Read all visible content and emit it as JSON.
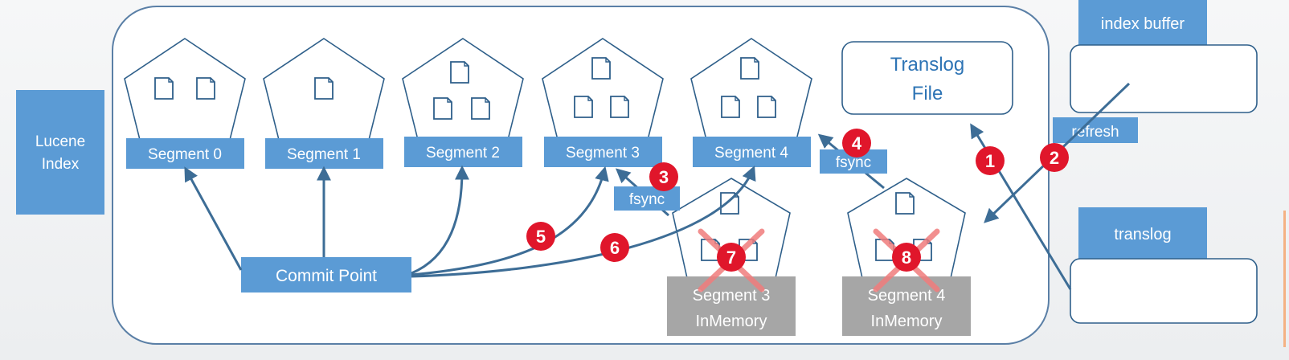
{
  "lucene_index": {
    "line1": "Lucene",
    "line2": "Index"
  },
  "segments": [
    {
      "label": "Segment 0"
    },
    {
      "label": "Segment 1"
    },
    {
      "label": "Segment 2"
    },
    {
      "label": "Segment 3"
    },
    {
      "label": "Segment 4"
    }
  ],
  "inmemory": [
    {
      "line1": "Segment 3",
      "line2": "InMemory"
    },
    {
      "line1": "Segment 4",
      "line2": "InMemory"
    }
  ],
  "commit_point": "Commit Point",
  "translog_file": {
    "line1": "Translog",
    "line2": "File"
  },
  "fsync_label": "fsync",
  "refresh_label": "refresh",
  "index_buffer": "index buffer",
  "translog": "translog",
  "steps": [
    "1",
    "2",
    "3",
    "4",
    "5",
    "6",
    "7",
    "8"
  ],
  "colors": {
    "blue_box": "#5b9bd5",
    "outline": "#2e5f8a",
    "arrow": "#3d6d96",
    "step_red": "#e0162b",
    "grey_box": "#a6a6a6",
    "cross": "#f07c7c",
    "translog_text": "#2e74b5"
  }
}
